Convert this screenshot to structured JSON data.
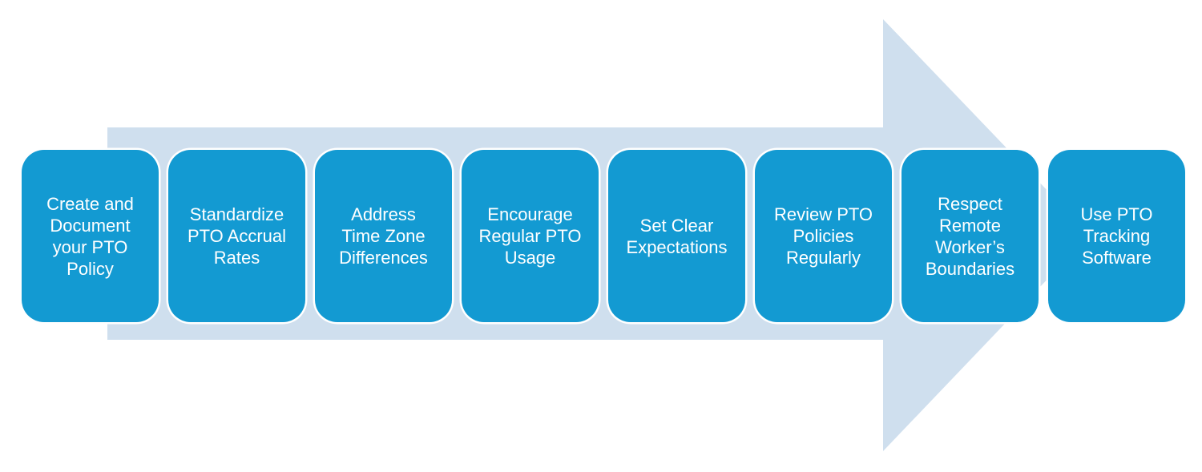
{
  "diagram": {
    "type": "process-flow-arrow",
    "direction": "right",
    "colors": {
      "box": "#139ad2",
      "arrow": "#cfdfee",
      "text": "#ffffff",
      "background": "#ffffff"
    },
    "steps": [
      {
        "label": "Create and\nDocument\nyour PTO\nPolicy"
      },
      {
        "label": "Standardize\nPTO Accrual\nRates"
      },
      {
        "label": "Address\nTime Zone\nDifferences"
      },
      {
        "label": "Encourage\nRegular PTO\nUsage"
      },
      {
        "label": "Set Clear\nExpectations"
      },
      {
        "label": "Review PTO\nPolicies\nRegularly"
      },
      {
        "label": "Respect\nRemote\nWorker’s\nBoundaries"
      },
      {
        "label": "Use PTO\nTracking\nSoftware"
      }
    ]
  }
}
